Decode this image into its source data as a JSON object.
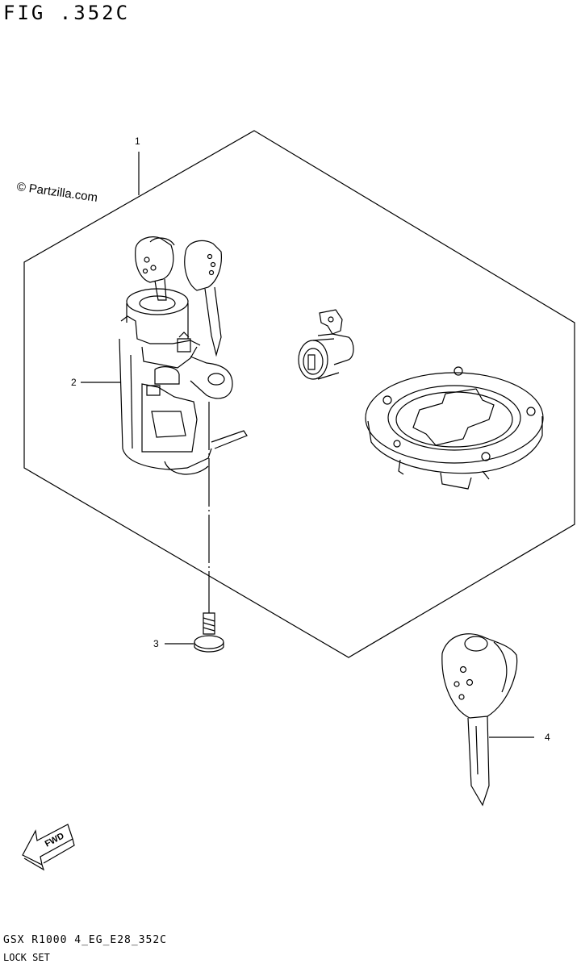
{
  "figure": {
    "title": "FIG .352C"
  },
  "watermark": {
    "text": "© Partzilla.com"
  },
  "callouts": [
    {
      "number": "1"
    },
    {
      "number": "2"
    },
    {
      "number": "3"
    },
    {
      "number": "4"
    }
  ],
  "fwd_arrow": {
    "label": "FWD"
  },
  "footer": {
    "code": "GSX R1000 4_EG_E28_352C",
    "title": "LOCK SET"
  },
  "icons": [
    "key-icon",
    "ignition-switch-icon",
    "seat-lock-icon",
    "fuel-cap-icon",
    "screw-icon",
    "fwd-arrow-icon"
  ],
  "colors": {
    "line": "#000000",
    "background": "#ffffff"
  }
}
